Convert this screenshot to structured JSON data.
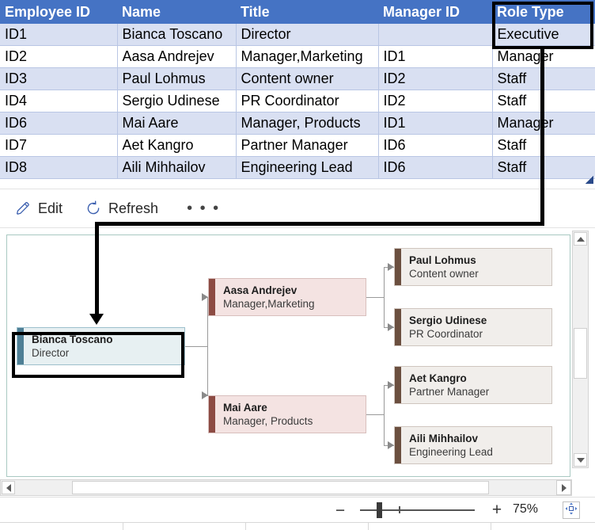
{
  "table": {
    "columns": [
      "Employee ID",
      "Name",
      "Title",
      "Manager ID",
      "Role Type"
    ],
    "rows": [
      {
        "id": "ID1",
        "name": "Bianca Toscano",
        "title": "Director",
        "manager": "",
        "role": "Executive"
      },
      {
        "id": "ID2",
        "name": "Aasa Andrejev",
        "title": "Manager,Marketing",
        "manager": "ID1",
        "role": "Manager"
      },
      {
        "id": "ID3",
        "name": "Paul Lohmus",
        "title": "Content owner",
        "manager": "ID2",
        "role": "Staff"
      },
      {
        "id": "ID4",
        "name": "Sergio Udinese",
        "title": "PR Coordinator",
        "manager": "ID2",
        "role": "Staff"
      },
      {
        "id": "ID6",
        "name": "Mai Aare",
        "title": "Manager, Products",
        "manager": "ID1",
        "role": "Manager"
      },
      {
        "id": "ID7",
        "name": "Aet Kangro",
        "title": "Partner Manager",
        "manager": "ID6",
        "role": "Staff"
      },
      {
        "id": "ID8",
        "name": "Aili Mihhailov",
        "title": "Engineering Lead",
        "manager": "ID6",
        "role": "Staff"
      }
    ],
    "header_color": "#4573C4",
    "band_color": "#D9E0F2"
  },
  "annotation": {
    "highlight_label": "Role Type / Executive column cells",
    "arrow_label": "points to Bianca Toscano node",
    "color": "#000000"
  },
  "toolbar": {
    "edit_label": "Edit",
    "refresh_label": "Refresh",
    "more_label": "• • •",
    "edit_icon": "pencil-icon",
    "refresh_icon": "refresh-icon",
    "more_icon": "ellipsis-icon"
  },
  "diagram": {
    "nodes": [
      {
        "key": "exec",
        "name": "Bianca Toscano",
        "title": "Director",
        "level": "executive",
        "bar_color": "#4E7F95",
        "fill": "#E7F0F2",
        "selected": true
      },
      {
        "key": "mgr1",
        "name": "Aasa Andrejev",
        "title": "Manager,Marketing",
        "level": "manager",
        "bar_color": "#8C4B43",
        "fill": "#F4E3E2",
        "selected": false
      },
      {
        "key": "mgr2",
        "name": "Mai Aare",
        "title": "Manager, Products",
        "level": "manager",
        "bar_color": "#8C4B43",
        "fill": "#F4E3E2",
        "selected": false
      },
      {
        "key": "staff1",
        "name": "Paul Lohmus",
        "title": "Content owner",
        "level": "staff",
        "bar_color": "#6B4F3F",
        "fill": "#F1EEEB",
        "selected": false
      },
      {
        "key": "staff2",
        "name": "Sergio Udinese",
        "title": "PR Coordinator",
        "level": "staff",
        "bar_color": "#6B4F3F",
        "fill": "#F1EEEB",
        "selected": false
      },
      {
        "key": "staff3",
        "name": "Aet Kangro",
        "title": "Partner Manager",
        "level": "staff",
        "bar_color": "#6B4F3F",
        "fill": "#F1EEEB",
        "selected": false
      },
      {
        "key": "staff4",
        "name": "Aili Mihhailov",
        "title": "Engineering Lead",
        "level": "staff",
        "bar_color": "#6B4F3F",
        "fill": "#F1EEEB",
        "selected": false
      }
    ],
    "canvas_border_color": "#A9C9C2"
  },
  "status": {
    "zoom_percent": "75%",
    "zoom_out_label": "−",
    "zoom_in_label": "+",
    "fit_icon": "fit-to-window-icon"
  },
  "scroll": {
    "v_up_icon": "scroll-up-arrow-icon",
    "v_down_icon": "scroll-down-arrow-icon",
    "h_left_icon": "scroll-left-arrow-icon",
    "h_right_icon": "scroll-right-arrow-icon"
  }
}
